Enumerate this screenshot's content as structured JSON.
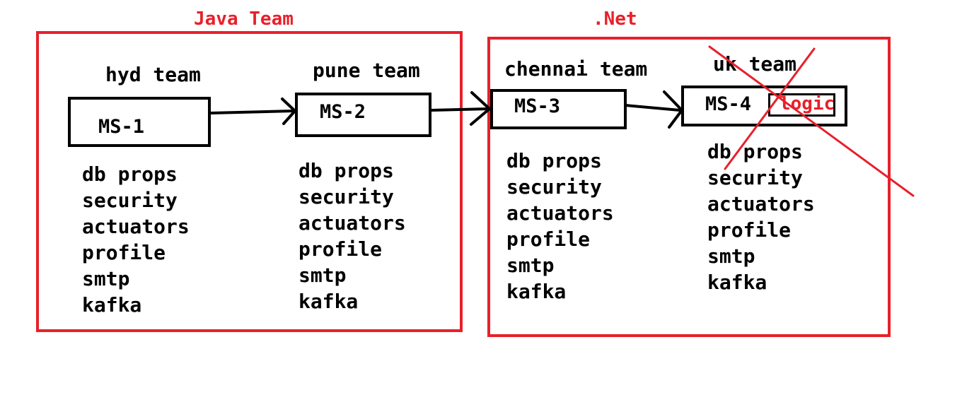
{
  "colors": {
    "group_border": "#e8202a",
    "group_title": "#e8202a",
    "box_border": "#000000",
    "text": "#000000",
    "strike": "#e8202a",
    "background": "#ffffff"
  },
  "groups": [
    {
      "title": "Java Team"
    },
    {
      "title": ".Net"
    }
  ],
  "teams": [
    {
      "label": "hyd team",
      "service": "MS-1",
      "props": [
        "db props",
        "security",
        "actuators",
        "profile",
        "smtp",
        "kafka"
      ]
    },
    {
      "label": "pune team",
      "service": "MS-2",
      "props": [
        "db props",
        "security",
        "actuators",
        "profile",
        "smtp",
        "kafka"
      ]
    },
    {
      "label": "chennai team",
      "service": "MS-3",
      "props": [
        "db props",
        "security",
        "actuators",
        "profile",
        "smtp",
        "kafka"
      ]
    },
    {
      "label": "uk team",
      "service": "MS-4",
      "extra": "logic",
      "crossed_out": true,
      "props": [
        "db props",
        "security",
        "actuators",
        "profile",
        "smtp",
        "kafka"
      ]
    }
  ],
  "connections": [
    {
      "from": "MS-1",
      "to": "MS-2"
    },
    {
      "from": "MS-2",
      "to": "MS-3"
    },
    {
      "from": "MS-3",
      "to": "MS-4"
    }
  ]
}
